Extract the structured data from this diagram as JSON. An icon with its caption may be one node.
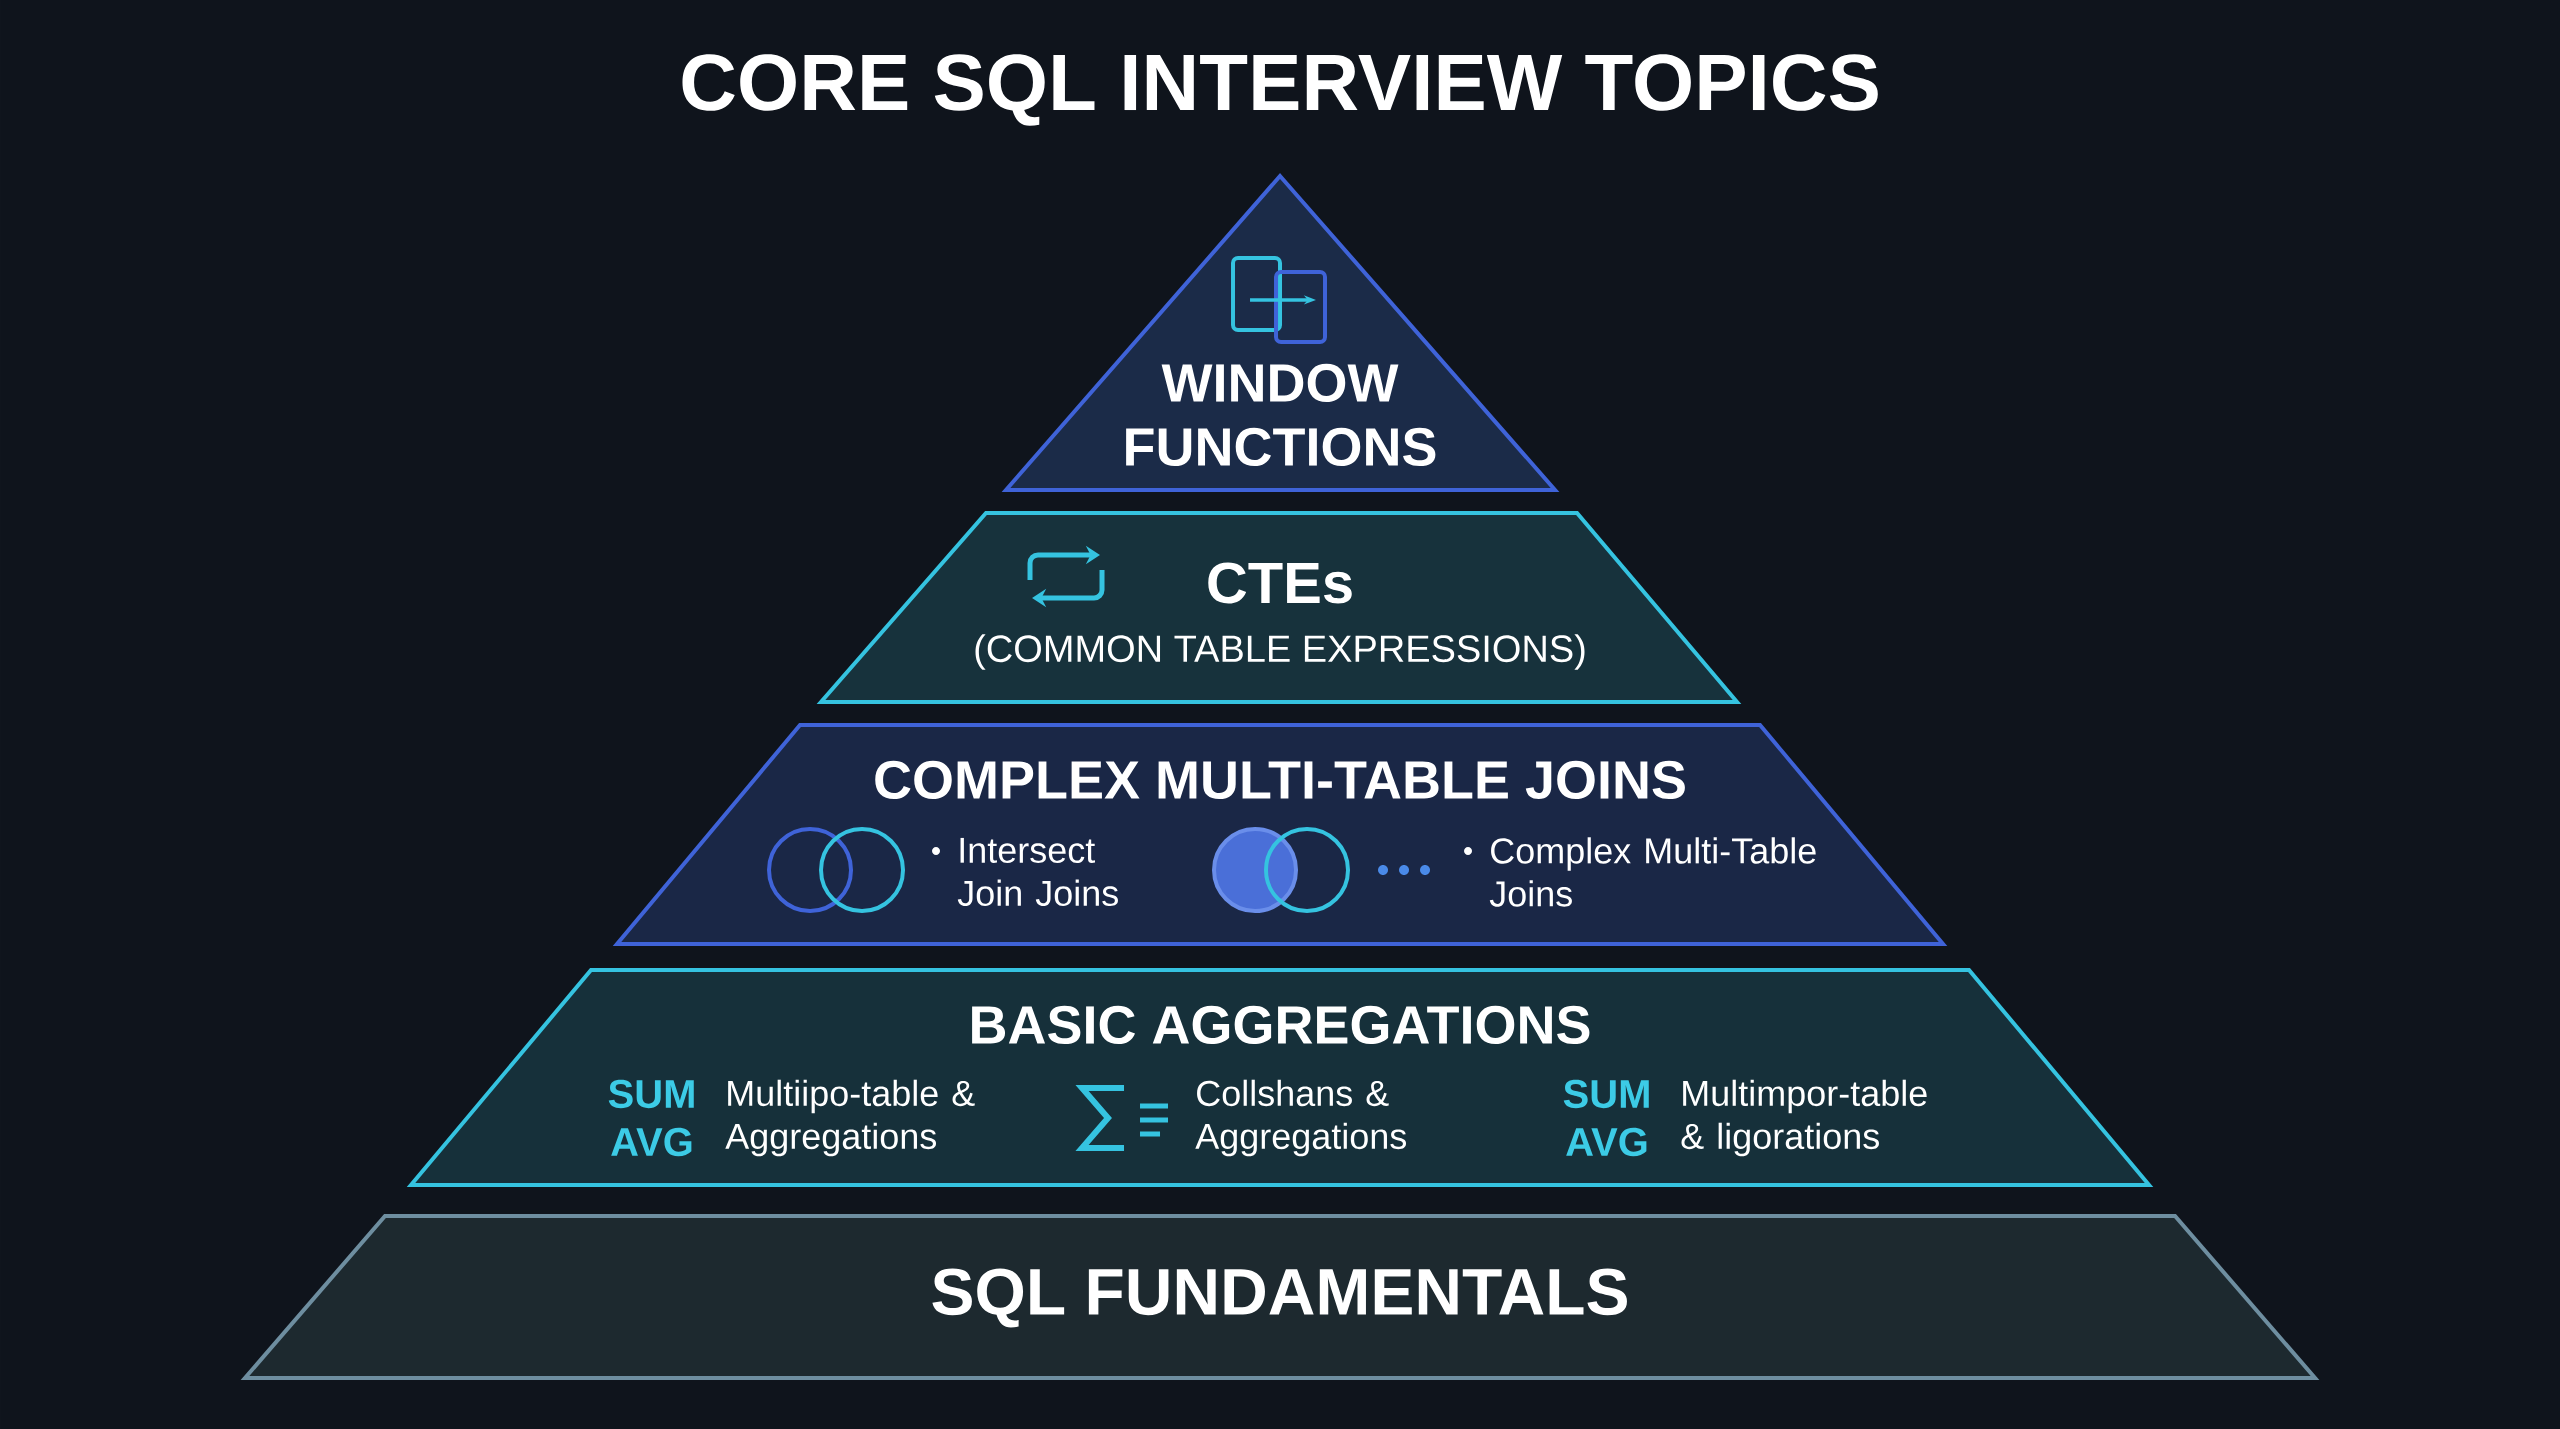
{
  "diagram": {
    "title": "CORE SQL INTERVIEW TOPICS",
    "nodes": [
      {
        "text": [
          "WINDOW FUNCTIONS"
        ]
      },
      {
        "text": [
          "CTEs",
          "(COMMON TABLE EXPRESSIONS)"
        ]
      },
      {
        "text": [
          "COMPLEX MULTI-TABLE JOINS",
          "Intersect Join Joins",
          "Complex Multi-Table Joins"
        ]
      },
      {
        "text": [
          "BASIC AGGREGATIONS",
          "SUM AVG",
          "Multiipo-table & Aggregations",
          "Collshans & Aggregations",
          "SUM AVG",
          "Multimpor-table & ligorations"
        ]
      },
      {
        "text": [
          "SQL FUNDAMENTALS"
        ]
      }
    ]
  }
}
